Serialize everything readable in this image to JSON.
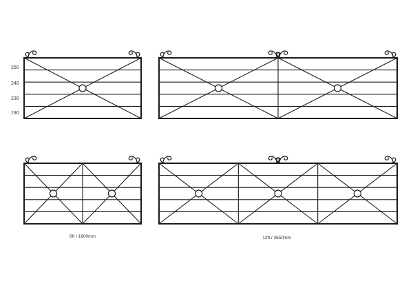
{
  "dimension_labels": [
    "250",
    "240",
    "230",
    "190"
  ],
  "gates": [
    {
      "id": "single-bay-wide",
      "bays": 1,
      "rails": 4,
      "center_scroll": false
    },
    {
      "id": "double-bay-wide",
      "bays": 2,
      "rails": 4,
      "center_scroll": true
    },
    {
      "id": "two-bay-narrow",
      "bays": 2,
      "rails": 4,
      "center_scroll": false
    },
    {
      "id": "three-bay-narrow",
      "bays": 3,
      "rails": 4,
      "center_scroll": true
    }
  ],
  "captions": {
    "short": "6ft / 1800mm",
    "long": "12ft / 3650mm"
  },
  "colors": {
    "line": "#1a1a1a",
    "text": "#333333",
    "background": "#ffffff"
  }
}
